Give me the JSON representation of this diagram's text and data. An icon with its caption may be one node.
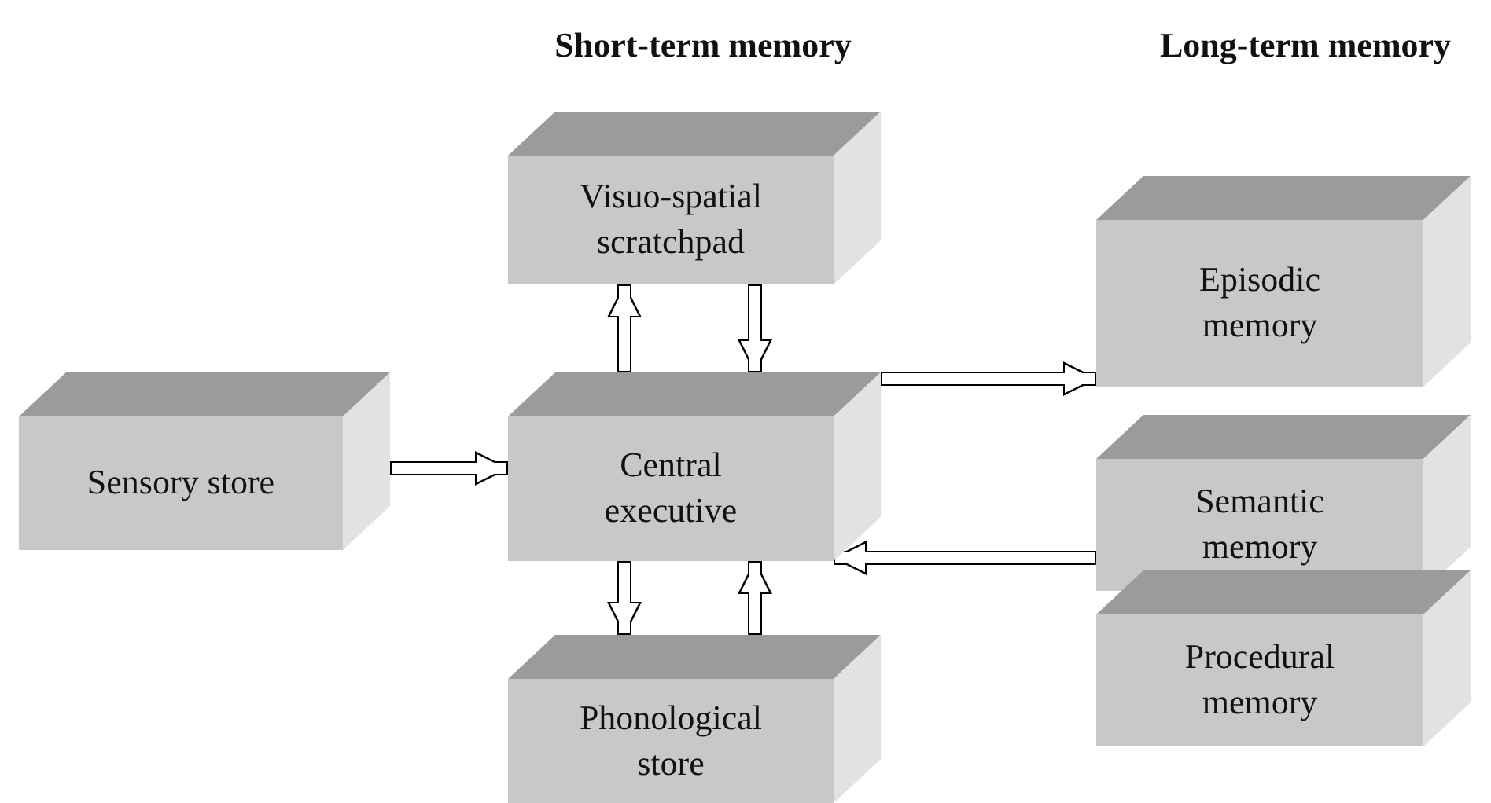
{
  "diagram": {
    "nodes": [
      {
        "text": [
          "Sensory store"
        ]
      },
      {
        "text": [
          "Visuo-spatial scratchpad"
        ]
      },
      {
        "text": [
          "Central executive"
        ]
      },
      {
        "text": [
          "Phonological store"
        ]
      },
      {
        "text": [
          "Episodic memory"
        ]
      },
      {
        "text": [
          "Semantic memory"
        ]
      },
      {
        "text": [
          "Procedural memory"
        ]
      }
    ],
    "edges": [
      {
        "from": 0,
        "to": 2,
        "arrow": "to"
      },
      {
        "from": 2,
        "to": 1,
        "arrow": "to"
      },
      {
        "from": 1,
        "to": 2,
        "arrow": "to"
      },
      {
        "from": 2,
        "to": 3,
        "arrow": "to"
      },
      {
        "from": 3,
        "to": 2,
        "arrow": "to"
      },
      {
        "from": 2,
        "to": 4,
        "arrow": "to"
      },
      {
        "from": 5,
        "to": 2,
        "arrow": "to"
      }
    ],
    "labels": [
      "Short-term memory",
      "Long-term memory"
    ]
  }
}
